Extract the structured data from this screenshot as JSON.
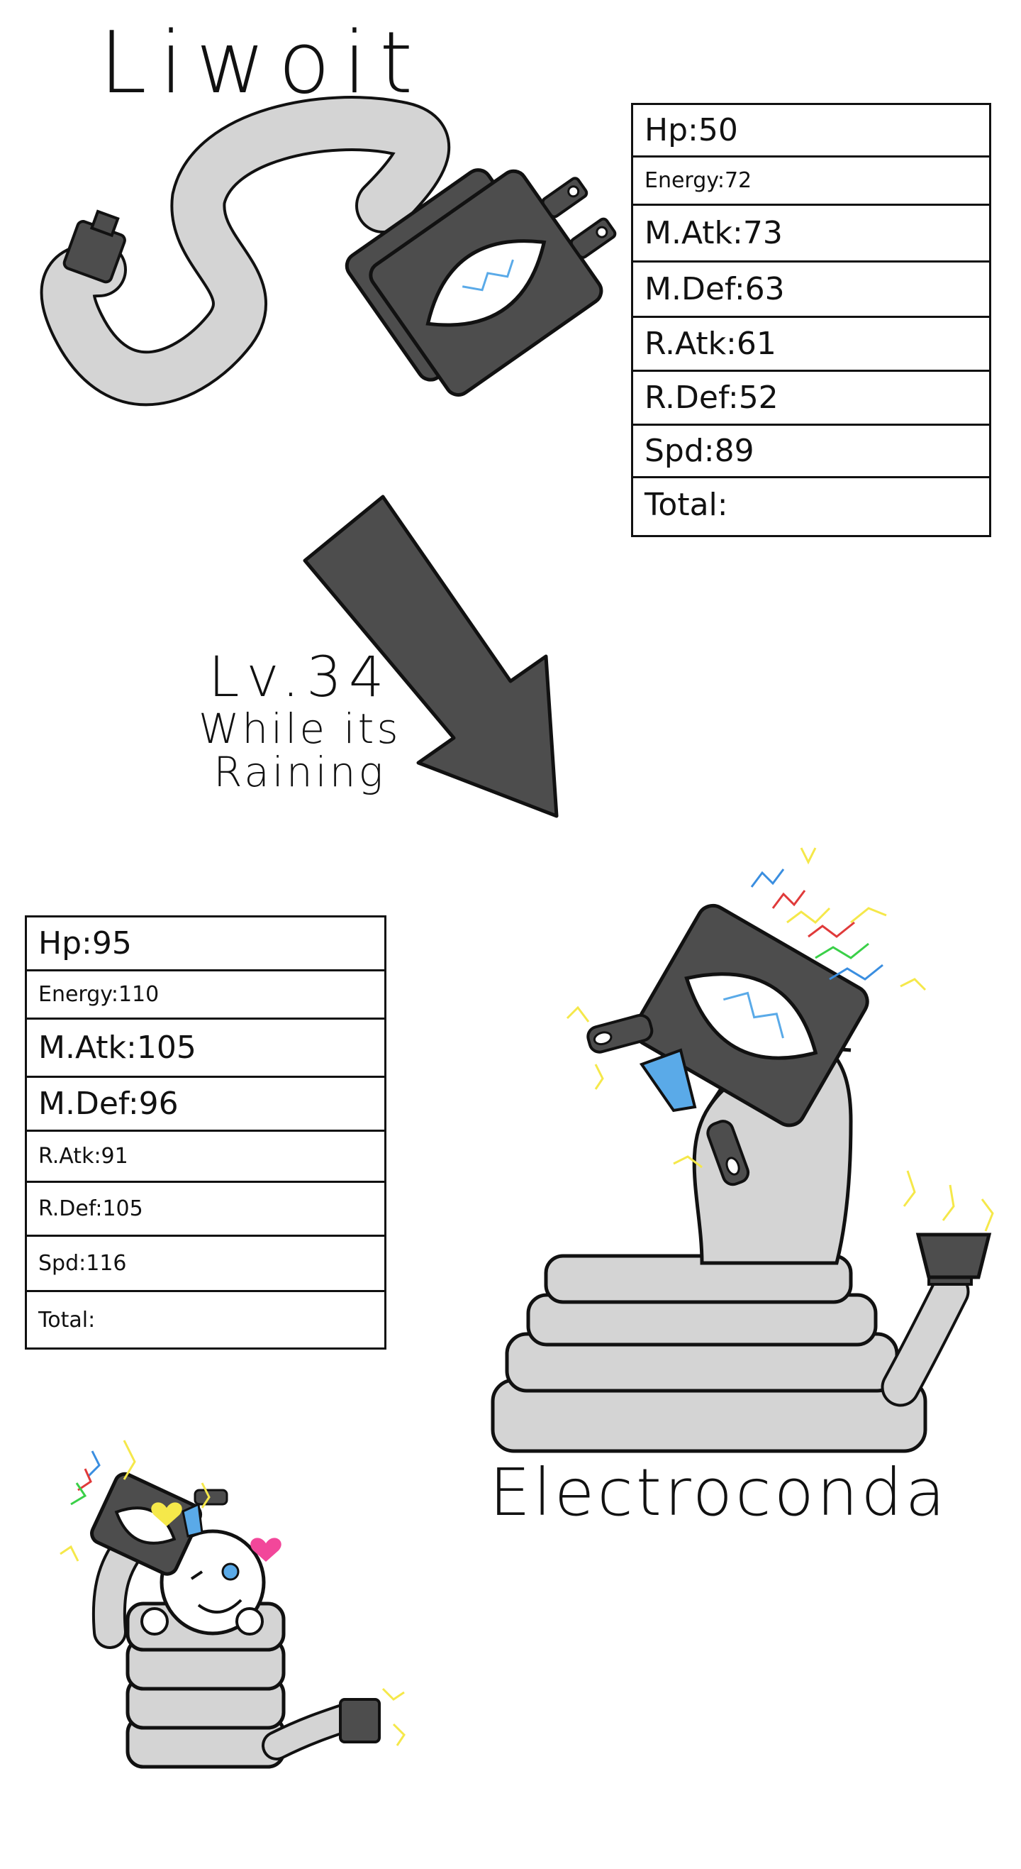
{
  "pre_evolution": {
    "name": "Liwoit",
    "stats": [
      {
        "label": "Hp:50"
      },
      {
        "label": "Energy:72"
      },
      {
        "label": "M.Atk:73"
      },
      {
        "label": "M.Def:63"
      },
      {
        "label": "R.Atk:61"
      },
      {
        "label": "R.Def:52"
      },
      {
        "label": "Spd:89"
      },
      {
        "label": "Total:"
      }
    ]
  },
  "evolution": {
    "level": "Lv.34",
    "condition_line1": "While its",
    "condition_line2": "Raining"
  },
  "evolved": {
    "name": "Electroconda",
    "stats": [
      {
        "label": "Hp:95"
      },
      {
        "label": "Energy:110"
      },
      {
        "label": "M.Atk:105"
      },
      {
        "label": "M.Def:96"
      },
      {
        "label": "R.Atk:91"
      },
      {
        "label": "R.Def:105"
      },
      {
        "label": "Spd:116"
      },
      {
        "label": "Total:"
      }
    ]
  },
  "colors": {
    "body_gray": "#d4d4d4",
    "head_dark": "#4d4d4d",
    "outline": "#111111",
    "spark_yellow": "#f5e84a",
    "eye_blue": "#5aaae8"
  }
}
